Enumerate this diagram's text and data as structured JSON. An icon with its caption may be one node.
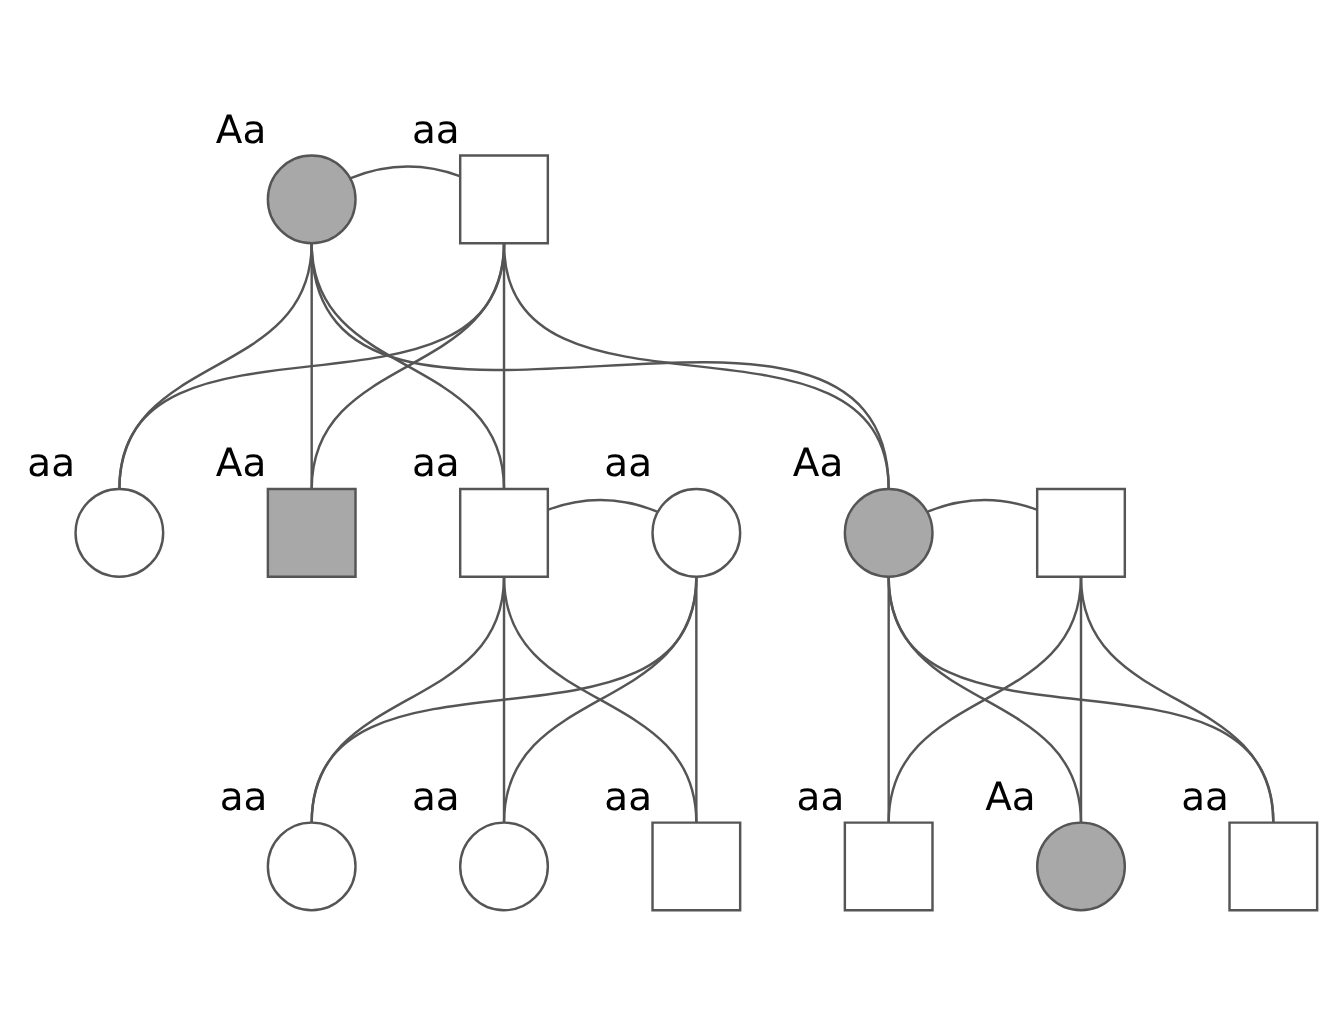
{
  "diagram": {
    "nodes": [
      {
        "text": [],
        "shape": "circle",
        "beside": [
          "Aa"
        ]
      },
      {
        "text": [],
        "shape": "box",
        "beside": [
          "aa"
        ]
      },
      {
        "text": [],
        "shape": "circle",
        "beside": [
          "aa"
        ]
      },
      {
        "text": [],
        "shape": "box",
        "beside": [
          "Aa"
        ]
      },
      {
        "text": [],
        "shape": "box",
        "beside": [
          "aa"
        ]
      },
      {
        "text": [],
        "shape": "circle",
        "beside": [
          "aa"
        ]
      },
      {
        "text": [],
        "shape": "circle",
        "beside": [
          "Aa"
        ]
      },
      {
        "text": [],
        "shape": "box"
      },
      {
        "text": [],
        "shape": "circle",
        "beside": [
          "aa"
        ]
      },
      {
        "text": [],
        "shape": "circle",
        "beside": [
          "aa"
        ]
      },
      {
        "text": [],
        "shape": "box",
        "beside": [
          "aa"
        ]
      },
      {
        "text": [],
        "shape": "box",
        "beside": [
          "aa"
        ]
      },
      {
        "text": [],
        "shape": "circle",
        "beside": [
          "Aa"
        ]
      },
      {
        "text": [],
        "shape": "box",
        "beside": [
          "aa"
        ]
      }
    ],
    "edges": [
      {
        "from": 0,
        "to": 1,
        "arrow": "none"
      },
      {
        "from": 0,
        "to": 2,
        "arrow": "none"
      },
      {
        "from": 1,
        "to": 2,
        "arrow": "none"
      },
      {
        "from": 0,
        "to": 3,
        "arrow": "none"
      },
      {
        "from": 1,
        "to": 3,
        "arrow": "none"
      },
      {
        "from": 0,
        "to": 4,
        "arrow": "none"
      },
      {
        "from": 1,
        "to": 4,
        "arrow": "none"
      },
      {
        "from": 0,
        "to": 6,
        "arrow": "none"
      },
      {
        "from": 1,
        "to": 6,
        "arrow": "none"
      },
      {
        "from": 4,
        "to": 5,
        "arrow": "none"
      },
      {
        "from": 6,
        "to": 7,
        "arrow": "none"
      },
      {
        "from": 4,
        "to": 8,
        "arrow": "none"
      },
      {
        "from": 5,
        "to": 8,
        "arrow": "none"
      },
      {
        "from": 4,
        "to": 9,
        "arrow": "none"
      },
      {
        "from": 5,
        "to": 9,
        "arrow": "none"
      },
      {
        "from": 4,
        "to": 10,
        "arrow": "none"
      },
      {
        "from": 5,
        "to": 10,
        "arrow": "none"
      },
      {
        "from": 6,
        "to": 11,
        "arrow": "none"
      },
      {
        "from": 7,
        "to": 11,
        "arrow": "none"
      },
      {
        "from": 6,
        "to": 12,
        "arrow": "none"
      },
      {
        "from": 7,
        "to": 12,
        "arrow": "none"
      },
      {
        "from": 6,
        "to": 13,
        "arrow": "none"
      },
      {
        "from": 7,
        "to": 13,
        "arrow": "none"
      }
    ]
  }
}
